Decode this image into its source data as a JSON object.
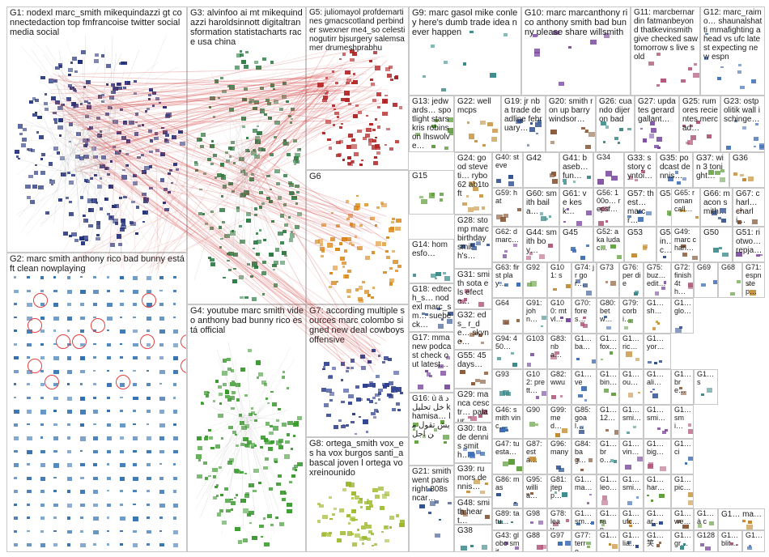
{
  "graph": {
    "colors": {
      "edge": "#d23c3c",
      "edge_light": "#b9b9b9",
      "border": "#c8c8c8",
      "G1": "#1f2f7a",
      "G2": "#2f6fb0",
      "G3": "#2e7d45",
      "G4": "#3a9a2e",
      "G5": "#b02424",
      "G6": "#d98a1c",
      "G7": "#2c3f8f",
      "G8": "#9bb82a",
      "misc": "#3a8a8a"
    },
    "groups": [
      {
        "id": "G1",
        "label": "G1: nodexl marc_smith mikequindazzi gt connectedaction top fmfrancoise twitter socialmedia social"
      },
      {
        "id": "G2",
        "label": "G2: marc smith anthony rico bad bunny está ft clean nowplaying"
      },
      {
        "id": "G3",
        "label": "G3: alvinfoo ai mt mikequindazzi haroldsinnott digitaltransformation statistacharts race usa china"
      },
      {
        "id": "G4",
        "label": "G4: youtube marc smith video anthony bad bunny rico está official"
      },
      {
        "id": "G5",
        "label": "G5: juliomayol profdemartines gmacscotland perbinder swexner me4_so celestinogutirr bjsurgery salemsamer drumeshprabhu"
      },
      {
        "id": "G6",
        "label": "G6"
      },
      {
        "id": "G7",
        "label": "G7: according multiple sources marc colombo signed new deal cowboys offensive"
      },
      {
        "id": "G8",
        "label": "G8: ortega_smith vox_es ha vox burgos santi_abascal joven l ortega voxreinounido"
      },
      {
        "id": "G9",
        "label": "G9: marc gasol mike conley here's dumb trade idea never happen"
      },
      {
        "id": "G10",
        "label": "G10: marc marcanthony rico anthony smith bad bunny please share willsmith"
      },
      {
        "id": "G11",
        "label": "G11: marcbernardin fatmanbeyond thatkevinsmith give checked saw tomorrow s live sold"
      },
      {
        "id": "G12",
        "label": "G12: marc_raimo… shaunalshatti mmafighting ahead vs ufc latest expecting new espn"
      },
      {
        "id": "G13",
        "label": "G13: jedwards… spotlight stars kris robinson lhswolve…"
      },
      {
        "id": "G22",
        "label": "G22: well mcps"
      },
      {
        "id": "G19",
        "label": "G19: jr nba trade deadline february…"
      },
      {
        "id": "G20",
        "label": "G20: smith ron up barry windsor…"
      },
      {
        "id": "G26",
        "label": "G26: cuando dijeron bad"
      },
      {
        "id": "G27",
        "label": "G27: updates gerard gallant…"
      },
      {
        "id": "G25",
        "label": "G25: rumores recientes mercad…"
      },
      {
        "id": "G23",
        "label": "G23: ostpolitik wall ischinge…"
      },
      {
        "id": "G15",
        "label": "G15"
      },
      {
        "id": "G24",
        "label": "G24: good steveti… rybo62 ab1toft"
      },
      {
        "id": "G40",
        "label": "G40: steve"
      },
      {
        "id": "G42",
        "label": "G42"
      },
      {
        "id": "G41",
        "label": "G41: baseb… fun…"
      },
      {
        "id": "G34",
        "label": "G34"
      },
      {
        "id": "G33",
        "label": "G33: s story cyntoi…"
      },
      {
        "id": "G35",
        "label": "G35: podcast dennis…"
      },
      {
        "id": "G37",
        "label": "G37: win 3 tonight…"
      },
      {
        "id": "G36",
        "label": "G36"
      },
      {
        "id": "G28",
        "label": "G28: stomp marc birthday smith's…"
      },
      {
        "id": "G59",
        "label": "G59: hat"
      },
      {
        "id": "G60",
        "label": "G60: smith baila…"
      },
      {
        "id": "G61",
        "label": "G61: ve kesk…"
      },
      {
        "id": "G56",
        "label": "G56: 100o… repsf…"
      },
      {
        "id": "G57",
        "label": "G57: thest… marcr…"
      },
      {
        "id": "G58",
        "label": "G58"
      },
      {
        "id": "G65",
        "label": "G65: roman call…"
      },
      {
        "id": "G66",
        "label": "G66: macon smith…"
      },
      {
        "id": "G67",
        "label": "G67: charl… charli…"
      },
      {
        "id": "G14",
        "label": "G14: homesfo…"
      },
      {
        "id": "G62",
        "label": "G62: d marc…"
      },
      {
        "id": "G44",
        "label": "G44: smith boy…"
      },
      {
        "id": "G45",
        "label": "G45"
      },
      {
        "id": "G52",
        "label": "G52: aka ludac…"
      },
      {
        "id": "G53",
        "label": "G53"
      },
      {
        "id": "G54",
        "label": "G54: polin… marc…"
      },
      {
        "id": "G49",
        "label": "G49: marc charl…"
      },
      {
        "id": "G50",
        "label": "G50"
      },
      {
        "id": "G51",
        "label": "G51: riotwo… repja…"
      },
      {
        "id": "G31",
        "label": "G31: smith sota els efecte…"
      },
      {
        "id": "G63",
        "label": "G63: first play…"
      },
      {
        "id": "G92",
        "label": "G92"
      },
      {
        "id": "G101",
        "label": "G101: s"
      },
      {
        "id": "G74",
        "label": "G74: jr gor…"
      },
      {
        "id": "G73",
        "label": "G73"
      },
      {
        "id": "G76",
        "label": "G76: per di e"
      },
      {
        "id": "G75",
        "label": "G75: buz… edit…"
      },
      {
        "id": "G72",
        "label": "G72: finish 4th…"
      },
      {
        "id": "G69",
        "label": "G69"
      },
      {
        "id": "G68",
        "label": "G68"
      },
      {
        "id": "G71",
        "label": "G71: espn step…"
      },
      {
        "id": "G18",
        "label": "G18: edtech_s… nodexl marc_sm… suebeck…"
      },
      {
        "id": "G64",
        "label": "G64"
      },
      {
        "id": "G91",
        "label": "G91: john…"
      },
      {
        "id": "G100",
        "label": "G100: mtvl…"
      },
      {
        "id": "G70",
        "label": "G70: fores…"
      },
      {
        "id": "G80",
        "label": "G80: betw…"
      },
      {
        "id": "G79",
        "label": "G79: corbi…"
      },
      {
        "id": "G1a",
        "label": "G1… sh…"
      },
      {
        "id": "G1b",
        "label": "G1… glo…"
      },
      {
        "id": "G32",
        "label": "G32: eds_ r_de… skyne…"
      },
      {
        "id": "G94",
        "label": "G94: 450…"
      },
      {
        "id": "G103",
        "label": "G103"
      },
      {
        "id": "G83",
        "label": "G83: nba…"
      },
      {
        "id": "G1c",
        "label": "G1… ba…"
      },
      {
        "id": "G1d",
        "label": "G1… fox…"
      },
      {
        "id": "G1e",
        "label": "G1… ric…"
      },
      {
        "id": "G1f",
        "label": "G1… yor…"
      },
      {
        "id": "G55",
        "label": "G55: 45 days…"
      },
      {
        "id": "G93",
        "label": "G93"
      },
      {
        "id": "G102",
        "label": "G102: prett…"
      },
      {
        "id": "G82",
        "label": "G82: wwu"
      },
      {
        "id": "G1g",
        "label": "G1… ve"
      },
      {
        "id": "G1h",
        "label": "G1… bin…"
      },
      {
        "id": "G1i",
        "label": "G1… ou…"
      },
      {
        "id": "G1j",
        "label": "G1… ali…"
      },
      {
        "id": "G1k",
        "label": "G1… bre…"
      },
      {
        "id": "G1l",
        "label": "G1… s"
      },
      {
        "id": "G17",
        "label": "G17: mma new podcast check out latest…"
      },
      {
        "id": "G29",
        "label": "G29: manca cesctr… palaur…"
      },
      {
        "id": "G46",
        "label": "G46: smith vinc…"
      },
      {
        "id": "G90",
        "label": "G90"
      },
      {
        "id": "G99",
        "label": "G99: med…"
      },
      {
        "id": "G85",
        "label": "G85: goal…"
      },
      {
        "id": "G1m",
        "label": "G1… 12…"
      },
      {
        "id": "G1n",
        "label": "G1… smi…"
      },
      {
        "id": "G1o",
        "label": "G1… smi…"
      },
      {
        "id": "G1p",
        "label": "G1… smi…"
      },
      {
        "id": "G30",
        "label": "G30: trade dennis smith…"
      },
      {
        "id": "G47",
        "label": "G47: tu esta…"
      },
      {
        "id": "G87",
        "label": "G87: está…"
      },
      {
        "id": "G96",
        "label": "G96: many"
      },
      {
        "id": "G84",
        "label": "G84: bag…"
      },
      {
        "id": "G1q",
        "label": "G1… bro…"
      },
      {
        "id": "G1r",
        "label": "G1… vin…"
      },
      {
        "id": "G1s",
        "label": "G1… big…"
      },
      {
        "id": "G1t",
        "label": "G1… ci"
      },
      {
        "id": "G16",
        "label": "G16: ù ä دخل تحليل khamisa… ايش تقول من اجل"
      },
      {
        "id": "G39",
        "label": "G39: rumors dennis…"
      },
      {
        "id": "G86",
        "label": "G86: mas"
      },
      {
        "id": "G95",
        "label": "G95: willia…"
      },
      {
        "id": "G81",
        "label": "G81: jtepp…"
      },
      {
        "id": "G1u",
        "label": "G1… ma…"
      },
      {
        "id": "G1v",
        "label": "G1… leo…"
      },
      {
        "id": "G1w",
        "label": "G1… smi…"
      },
      {
        "id": "G1x",
        "label": "G1… har…"
      },
      {
        "id": "G1y",
        "label": "G1… pic…"
      },
      {
        "id": "G21",
        "label": "G21: smith went paris right 808sncar…"
      },
      {
        "id": "G48",
        "label": "G48: smith heart…"
      },
      {
        "id": "G89",
        "label": "G89: tatu…"
      },
      {
        "id": "G98",
        "label": "G98"
      },
      {
        "id": "G78",
        "label": "G78: leav…"
      },
      {
        "id": "G1z",
        "label": "G1… sm…"
      },
      {
        "id": "G1aa",
        "label": "G1… ran…"
      },
      {
        "id": "G1ab",
        "label": "G1… ufc…"
      },
      {
        "id": "G1ac",
        "label": "G1… ar…"
      },
      {
        "id": "G1ad",
        "label": "G1… we…"
      },
      {
        "id": "G38",
        "label": "G38"
      },
      {
        "id": "G43",
        "label": "G43: globo smit…"
      },
      {
        "id": "G88",
        "label": "G88"
      },
      {
        "id": "G97",
        "label": "G97"
      },
      {
        "id": "G77",
        "label": "G77: terro…"
      },
      {
        "id": "G1ae",
        "label": "G1…"
      },
      {
        "id": "G1af",
        "label": "G1… lia…"
      },
      {
        "id": "G1ag",
        "label": "G1… 笑"
      },
      {
        "id": "G1ah",
        "label": "G1… gr…"
      },
      {
        "id": "G128",
        "label": "G128"
      },
      {
        "id": "G1ai",
        "label": "G1… blit…"
      },
      {
        "id": "G1aj",
        "label": "G1…"
      },
      {
        "id": "G1ak",
        "label": "G1… à c"
      },
      {
        "id": "G1al",
        "label": "G1… ma…"
      }
    ]
  }
}
